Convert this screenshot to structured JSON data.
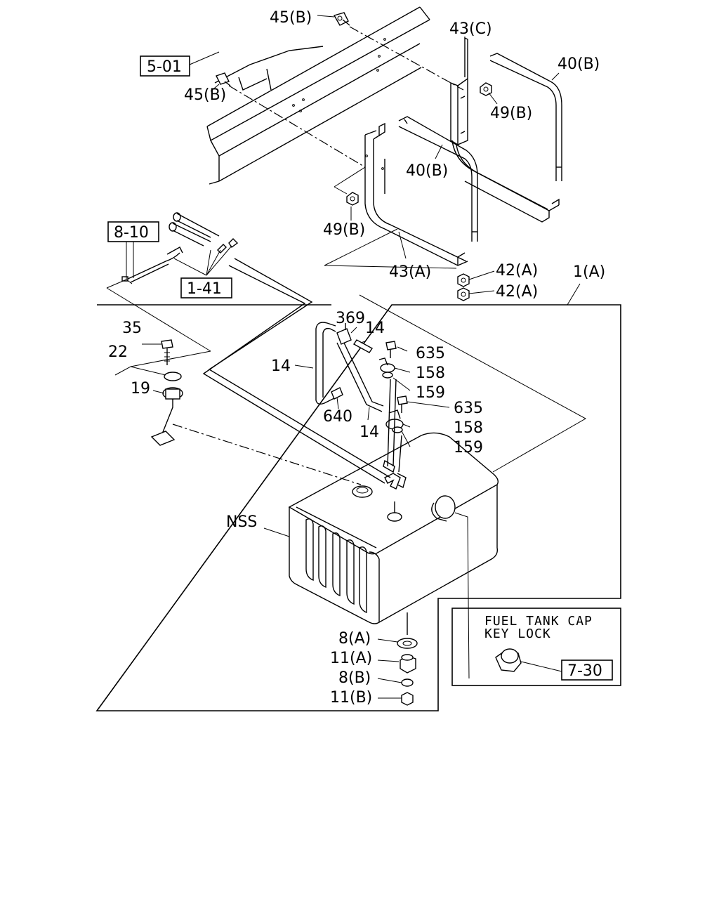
{
  "labels": {
    "p45b_top": "45(B)",
    "p45b_mid": "45(B)",
    "p43c": "43(C)",
    "p40b_right": "40(B)",
    "p49b_top": "49(B)",
    "p40b_mid": "40(B)",
    "p49b_left": "49(B)",
    "p43a": "43(A)",
    "p42a_1": "42(A)",
    "p42a_2": "42(A)",
    "p1a": "1(A)",
    "p369": "369",
    "p14_top": "14",
    "p14_left": "14",
    "p14_bottom": "14",
    "p635_1": "635",
    "p158_1": "158",
    "p159_1": "159",
    "p635_2": "635",
    "p158_2": "158",
    "p159_2": "159",
    "p640": "640",
    "p35": "35",
    "p22": "22",
    "p19": "19",
    "nss": "NSS",
    "p8a": "8(A)",
    "p11a": "11(A)",
    "p8b": "8(B)",
    "p11b": "11(B)"
  },
  "refs": {
    "r501": "5-01",
    "r810": "8-10",
    "r141": "1-41",
    "r730": "7-30"
  },
  "inset": {
    "line1": "FUEL TANK CAP",
    "line2": "KEY LOCK"
  }
}
